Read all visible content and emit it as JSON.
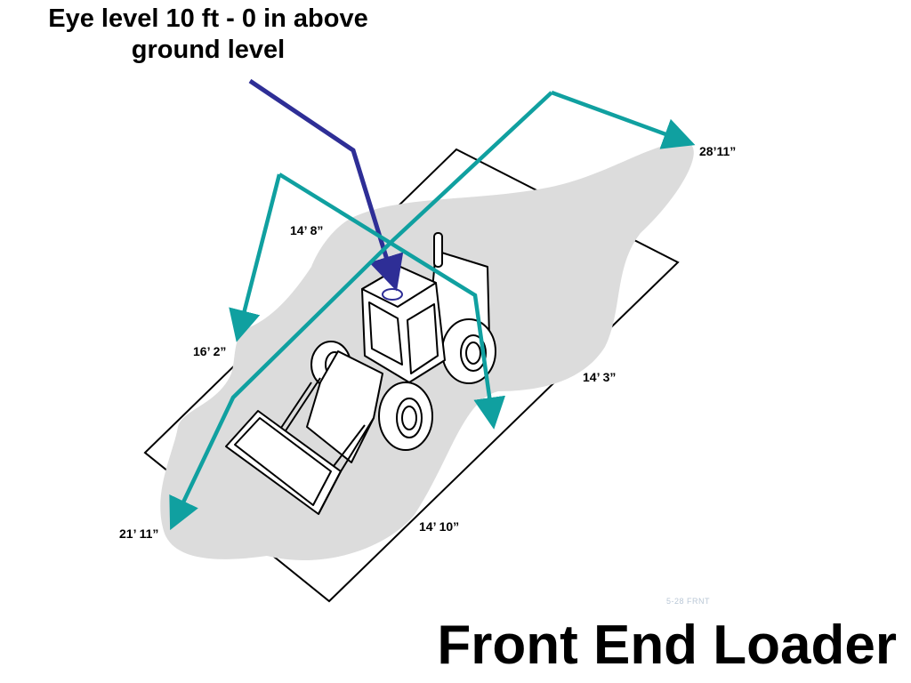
{
  "caption": {
    "line1": "Eye level 10 ft - 0 in above",
    "line2": "ground level"
  },
  "title": "Front End Loader",
  "stamp": "5-28 FRNT",
  "dimensions": {
    "front_left_far": "28’11”",
    "left_near": "14’ 8”",
    "left_side": "16’ 2”",
    "right_side": "14’ 3”",
    "rear": "14’ 10”",
    "front_left_corner": "21’ 11”"
  },
  "colors": {
    "eye_arrow": "#2e2e96",
    "sight_lines": "#10a0a0",
    "blind_zone": "#dcdcdc",
    "outline": "#000000"
  }
}
